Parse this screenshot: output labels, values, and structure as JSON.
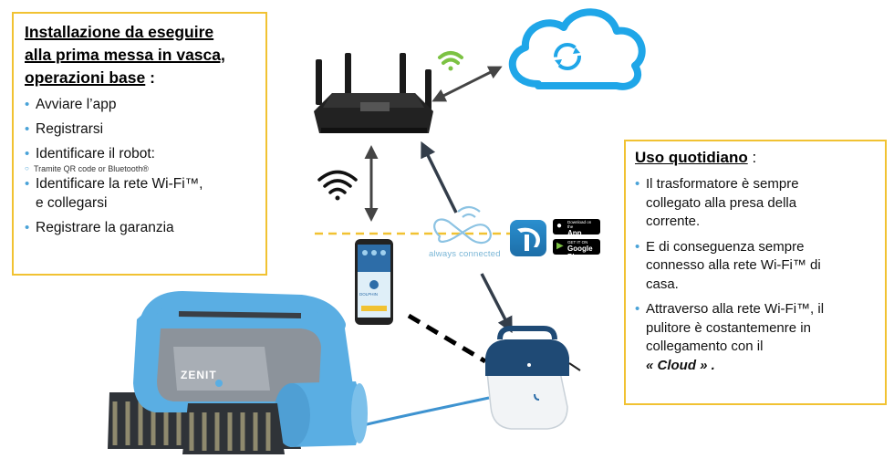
{
  "left_box": {
    "heading": [
      "Installazione da eseguire",
      "alla prima messa in vasca,",
      "operazioni base"
    ],
    "heading_suffix": ":",
    "items": [
      "Avviare l’app",
      "Registrarsi",
      "Identificare il robot:",
      "Tramite QR code or Bluetooth®",
      "Identificare la rete Wi-Fi™,",
      "e collegarsi",
      "Registrare la garanzia"
    ]
  },
  "right_box": {
    "title": "Uso quotidiano",
    "title_suffix": " :",
    "items": [
      [
        "Il trasformatore è sempre",
        "collegato alla presa della",
        "corrente."
      ],
      [
        "E di conseguenza sempre",
        "connesso alla rete Wi-Fi™ di",
        "casa."
      ],
      [
        "Attraverso alla rete Wi-Fi™, il",
        "pulitore è costantemenre in",
        "collegamento con il"
      ]
    ],
    "cloud_line": "« Cloud » ."
  },
  "connection": {
    "label": "always connected"
  },
  "stores": {
    "app_store": {
      "small": "Download on the",
      "big": "App Store"
    },
    "google_play": {
      "small": "GET IT ON",
      "big": "Google Play"
    }
  },
  "robot": {
    "brand": "ZENIT"
  },
  "phone": {
    "screen_text": "DOLPHIN"
  },
  "colors": {
    "box_border": "#f1c232",
    "bullet": "#4aa3d8",
    "cloud": "#1fa6e8",
    "wifi_green": "#7cc243",
    "robot_blue": "#5aaee3"
  },
  "icons": [
    "router-icon",
    "cloud-sync-icon",
    "wifi-icon",
    "smartphone-icon",
    "always-connected-icon",
    "dolphin-app-icon",
    "power-supply-icon",
    "pool-robot-icon"
  ]
}
